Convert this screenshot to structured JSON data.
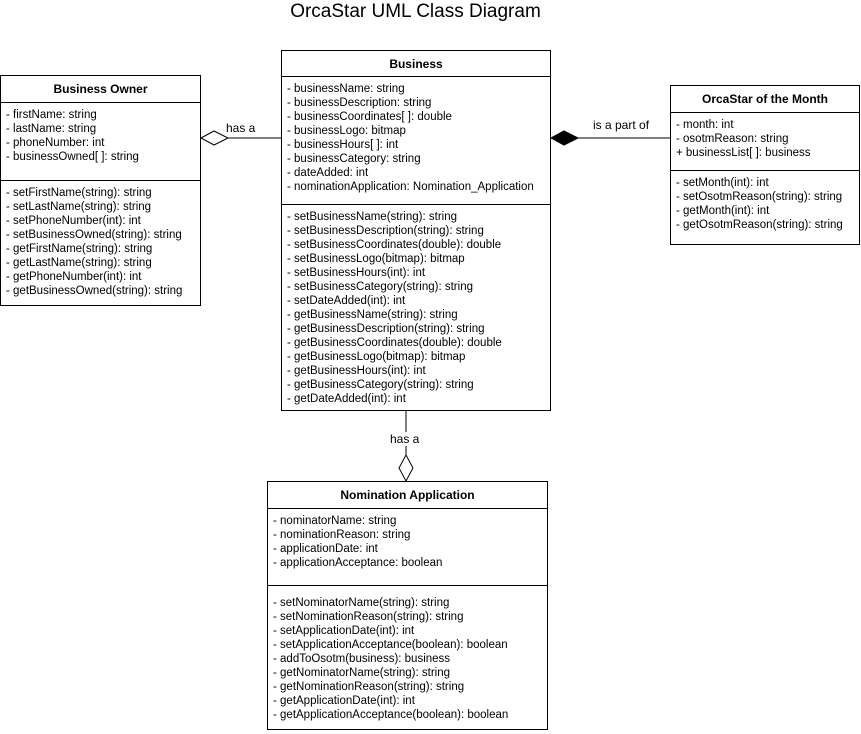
{
  "title": "OrcaStar UML Class Diagram",
  "classes": {
    "business_owner": {
      "name": "Business Owner",
      "attributes": [
        "- firstName: string",
        "- lastName: string",
        "- phoneNumber: int",
        "- businessOwned[ ]: string"
      ],
      "methods": [
        "- setFirstName(string): string",
        "- setLastName(string): string",
        "- setPhoneNumber(int): int",
        "- setBusinessOwned(string): string",
        "- getFirstName(string): string",
        "- getLastName(string): string",
        "- getPhoneNumber(int): int",
        "- getBusinessOwned(string): string"
      ]
    },
    "business": {
      "name": "Business",
      "attributes": [
        "- businessName: string",
        "- businessDescription: string",
        "- businessCoordinates[ ]: double",
        "- businessLogo: bitmap",
        "- businessHours[ ]: int",
        "- businessCategory: string",
        "- dateAdded: int",
        "- nominationApplication: Nomination_Application"
      ],
      "methods": [
        "- setBusinessName(string): string",
        "- setBusinessDescription(string): string",
        "- setBusinessCoordinates(double): double",
        "- setBusinessLogo(bitmap): bitmap",
        "- setBusinessHours(int): int",
        "- setBusinessCategory(string): string",
        "- setDateAdded(int): int",
        "- getBusinessName(string): string",
        "- getBusinessDescription(string): string",
        "- getBusinessCoordinates(double): double",
        "- getBusinessLogo(bitmap): bitmap",
        "- getBusinessHours(int): int",
        "- getBusinessCategory(string): string",
        "- getDateAdded(int): int"
      ]
    },
    "osotm": {
      "name": "OrcaStar of the Month",
      "attributes": [
        "- month: int",
        "- osotmReason: string",
        "+ businessList[ ]: business"
      ],
      "methods": [
        "- setMonth(int): int",
        "- setOsotmReason(string): string",
        "- getMonth(int): int",
        "- getOsotmReason(string): string"
      ]
    },
    "nomination": {
      "name": "Nomination Application",
      "attributes": [
        "- nominatorName: string",
        "- nominationReason: string",
        "- applicationDate: int",
        "- applicationAcceptance: boolean"
      ],
      "methods": [
        "- setNominatorName(string): string",
        "- setNominationReason(string): string",
        "- setApplicationDate(int): int",
        "- setApplicationAcceptance(boolean): boolean",
        "- addToOsotm(business): business",
        "- getNominatorName(string): string",
        "- getNominationReason(string): string",
        "- getApplicationDate(int): int",
        "- getApplicationAcceptance(boolean): boolean"
      ]
    }
  },
  "relations": {
    "owner_business": "has a",
    "business_osotm": "is a part of",
    "business_nomination": "has a"
  }
}
